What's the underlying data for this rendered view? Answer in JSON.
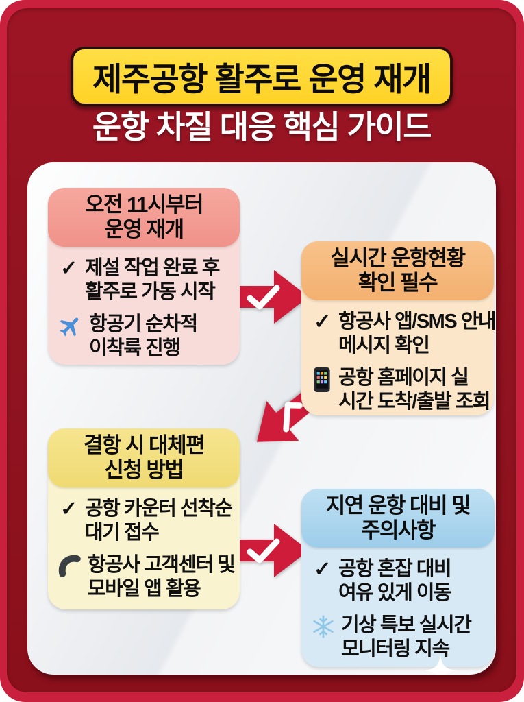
{
  "title": {
    "badge": "제주공항 활주로 운영 재개",
    "subtitle": "운항 차질 대응 핵심 가이드"
  },
  "colors": {
    "frame_red": "#c9203e",
    "panel_maroon": "#8f1320",
    "badge_yellow": "#ffd72e",
    "card_white": "#f3f4f6",
    "arrow_red": "#ce1c3a",
    "box1_header": "#f3a097",
    "box1_body": "#f8dcd9",
    "box2_header": "#f5b97d",
    "box2_body": "#fbe6c9",
    "box3_header": "#f2df80",
    "box3_body": "#faf3d0",
    "box4_header": "#aed6ee",
    "box4_body": "#d8e9f6"
  },
  "boxes": [
    {
      "header_lines": [
        "오전 11시부터",
        "운영 재개"
      ],
      "items": [
        {
          "icon": "check-icon",
          "lines": [
            "제설 작업 완료 후",
            "활주로 가동 시작"
          ]
        },
        {
          "icon": "airplane-icon",
          "lines": [
            "항공기 순차적",
            "이착륙 진행"
          ]
        }
      ]
    },
    {
      "header_lines": [
        "실시간 운항현황",
        "확인 필수"
      ],
      "items": [
        {
          "icon": "check-icon",
          "lines": [
            "항공사 앱/SMS 안내",
            "메시지 확인"
          ]
        },
        {
          "icon": "smartphone-icon",
          "lines": [
            "공항 홈페이지 실",
            "시간 도착/출발 조회"
          ]
        }
      ]
    },
    {
      "header_lines": [
        "결항 시 대체편",
        "신청 방법"
      ],
      "items": [
        {
          "icon": "check-icon",
          "lines": [
            "공항 카운터 선착순",
            "대기 접수"
          ]
        },
        {
          "icon": "phone-icon",
          "lines": [
            "항공사 고객센터 및",
            "모바일 앱 활용"
          ]
        }
      ]
    },
    {
      "header_lines": [
        "지연 운항 대비 및",
        "주의사항"
      ],
      "items": [
        {
          "icon": "check-icon",
          "lines": [
            "공항 혼잡 대비",
            "여유 있게 이동"
          ]
        },
        {
          "icon": "snowflake-icon",
          "lines": [
            "기상 특보 실시간",
            "모니터링 지속"
          ]
        }
      ]
    }
  ],
  "arrows": [
    {
      "direction": "right",
      "icon": "check-icon"
    },
    {
      "direction": "down-left",
      "icon": "check-icon"
    },
    {
      "direction": "right",
      "icon": "check-icon"
    }
  ],
  "decorations": {
    "sparkle": "sparkle-icon"
  }
}
